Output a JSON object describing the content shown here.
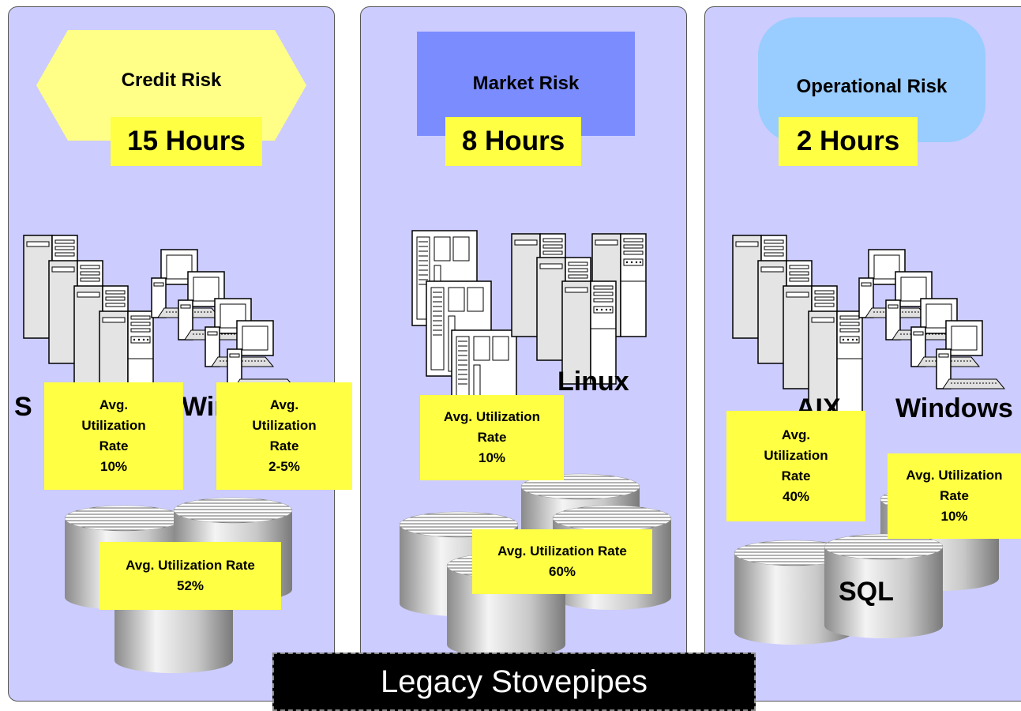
{
  "columns": [
    {
      "title": "Credit Risk",
      "hours": "15 Hours",
      "labels": [
        "S",
        "Win"
      ],
      "notes": [
        {
          "lines": [
            "Avg.",
            "Utilization",
            "Rate",
            "10%"
          ]
        },
        {
          "lines": [
            "Avg.",
            "Utilization",
            "Rate",
            "2-5%"
          ]
        },
        {
          "lines": [
            "Avg. Utilization Rate",
            "52%"
          ]
        }
      ]
    },
    {
      "title": "Market Risk",
      "hours": "8 Hours",
      "labels": [
        "Linux"
      ],
      "notes": [
        {
          "lines": [
            "Avg. Utilization",
            "Rate",
            "10%"
          ]
        },
        {
          "lines": [
            "Avg. Utilization Rate",
            "60%"
          ]
        }
      ]
    },
    {
      "title": "Operational Risk",
      "hours": "2 Hours",
      "labels": [
        "AIX",
        "Windows",
        "SQL"
      ],
      "notes": [
        {
          "lines": [
            "Avg.",
            "Utilization",
            "Rate",
            "40%"
          ]
        },
        {
          "lines": [
            "Avg. Utilization",
            "Rate",
            "10%"
          ]
        }
      ]
    }
  ],
  "footer": "Legacy Stovepipes",
  "colors": {
    "panel": "#ccccff",
    "note": "#ffff44",
    "credit_shape": "#ffff88",
    "market_shape": "#7b8cff",
    "operational_shape": "#99ccff"
  },
  "icons": [
    "server-tower-icon",
    "workstation-icon",
    "database-cylinder-icon"
  ]
}
